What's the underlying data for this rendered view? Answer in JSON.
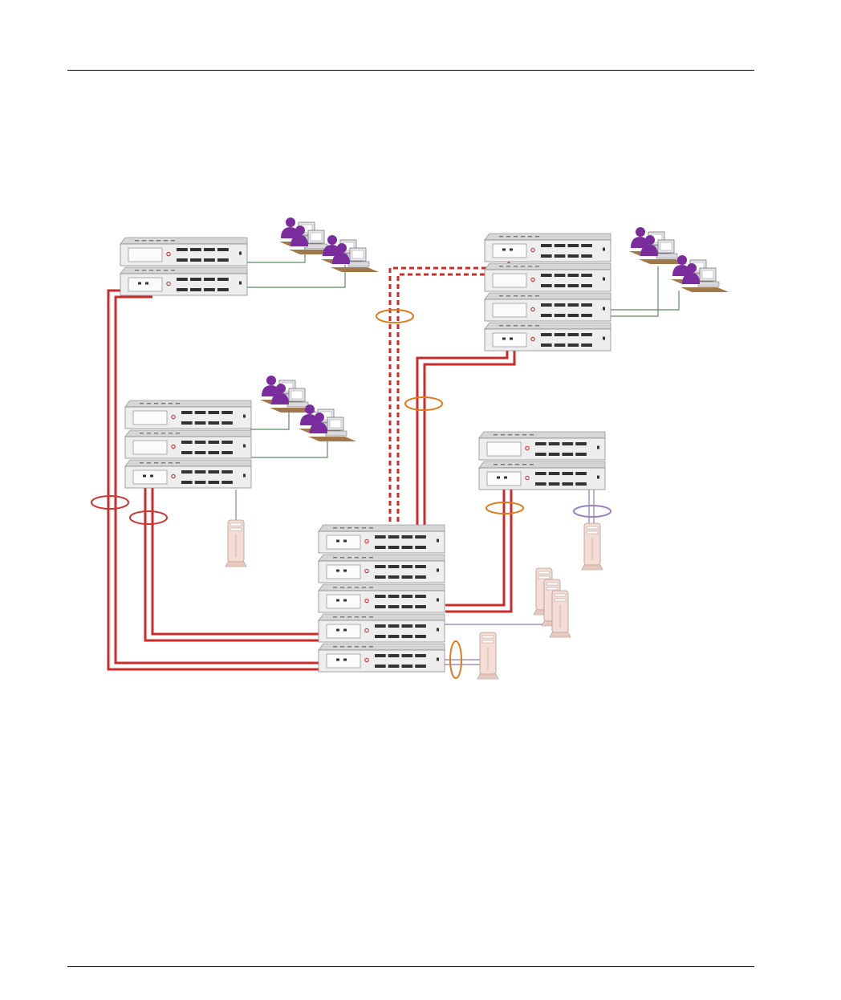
{
  "page": {
    "header_rule": true,
    "footer_rule": true
  },
  "colors": {
    "trunk": "#cc2b2b",
    "lag_red": "#d03535",
    "lag_orange": "#e07a1c",
    "lag_purple": "#9a80c0",
    "access_link": "#5f8c5f",
    "server_link": "#8c7cc0",
    "switch_face": "#eeeeee",
    "switch_top": "#d6d6d6",
    "port": "#333333",
    "user": "#7a2c9c",
    "server_body": "#f3ddd4"
  },
  "diagram": {
    "switch_stacks": [
      {
        "id": "stack-top-left",
        "units": 2,
        "role": "access",
        "icon": "switch-stack-icon"
      },
      {
        "id": "stack-top-right",
        "units": 4,
        "role": "access",
        "icon": "switch-stack-icon"
      },
      {
        "id": "stack-mid-left",
        "units": 3,
        "role": "access",
        "icon": "switch-stack-icon"
      },
      {
        "id": "stack-mid-right",
        "units": 2,
        "role": "access",
        "icon": "switch-stack-icon"
      },
      {
        "id": "stack-core",
        "units": 5,
        "role": "core",
        "icon": "switch-stack-icon"
      }
    ],
    "user_groups": [
      {
        "id": "users-top-left",
        "count": 2,
        "icon": "workstation-user-icon"
      },
      {
        "id": "users-top-right",
        "count": 2,
        "icon": "workstation-user-icon"
      },
      {
        "id": "users-mid-left",
        "count": 2,
        "icon": "workstation-user-icon"
      }
    ],
    "servers": [
      {
        "id": "server-mid-left",
        "count": 1,
        "icon": "tower-server-icon"
      },
      {
        "id": "server-mid-right",
        "count": 1,
        "icon": "tower-server-icon"
      },
      {
        "id": "server-cluster",
        "count": 3,
        "icon": "tower-server-icon"
      },
      {
        "id": "server-core",
        "count": 1,
        "icon": "tower-server-icon"
      }
    ],
    "link_aggregations": [
      {
        "id": "lag-top-left-core",
        "style": "solid",
        "color": "lag_red"
      },
      {
        "id": "lag-mid-left-core",
        "style": "solid",
        "color": "lag_red"
      },
      {
        "id": "lag-top-right-core-solid",
        "style": "solid",
        "color": "lag_orange"
      },
      {
        "id": "lag-top-right-core-dashed",
        "style": "dashed",
        "color": "lag_orange"
      },
      {
        "id": "lag-mid-right-core",
        "style": "solid",
        "color": "lag_orange"
      },
      {
        "id": "lag-mid-right-server",
        "style": "solid",
        "color": "lag_purple"
      },
      {
        "id": "lag-core-server",
        "style": "solid",
        "color": "lag_orange"
      }
    ]
  }
}
